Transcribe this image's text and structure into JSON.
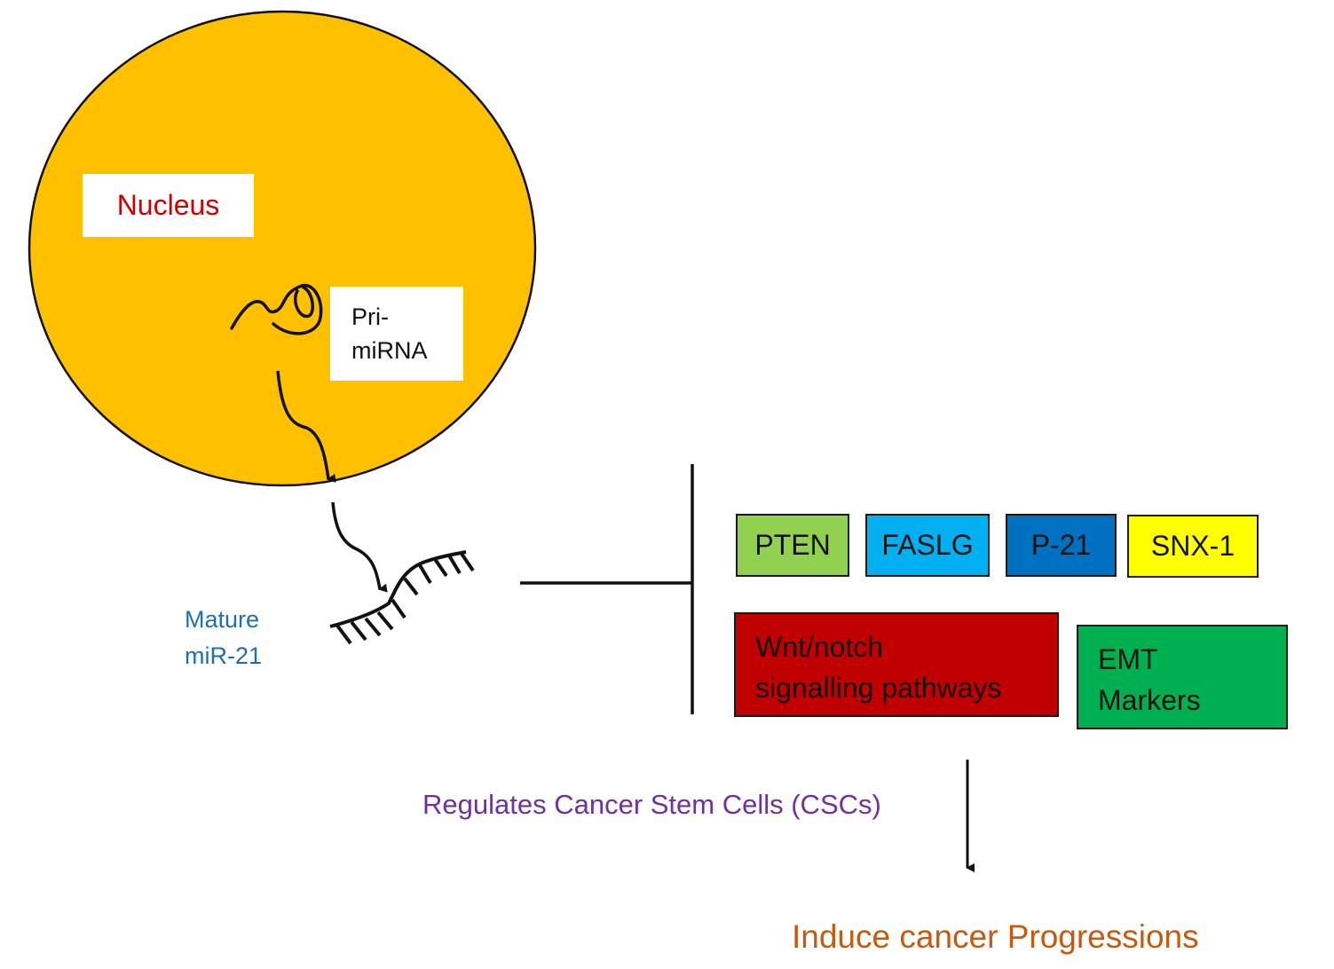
{
  "diagram": {
    "nucleus": {
      "label": "Nucleus",
      "fill": "#FFC000",
      "label_color": "#D00000"
    },
    "pri_mirna": {
      "label_line1": "Pri-",
      "label_line2": "miRNA"
    },
    "mature_mir21": {
      "label_line1": "Mature",
      "label_line2": "miR-21",
      "color": "#1F6FB0"
    },
    "targets": [
      {
        "label": "PTEN",
        "fill": "#92D050"
      },
      {
        "label": "FASLG",
        "fill": "#00B0F0"
      },
      {
        "label": "P-21",
        "fill": "#0070C0"
      },
      {
        "label": "SNX-1",
        "fill": "#FFFF00"
      }
    ],
    "pathways": [
      {
        "label_line1": "Wnt/notch",
        "label_line2": "signalling pathways",
        "fill": "#C00000"
      },
      {
        "label_line1": "EMT",
        "label_line2": "Markers",
        "fill": "#00B050"
      }
    ],
    "regulates_text": {
      "label": "Regulates Cancer Stem Cells (CSCs)",
      "color": "#7030A0"
    },
    "outcome_text": {
      "label": "Induce cancer Progressions",
      "color": "#C55A11"
    }
  }
}
